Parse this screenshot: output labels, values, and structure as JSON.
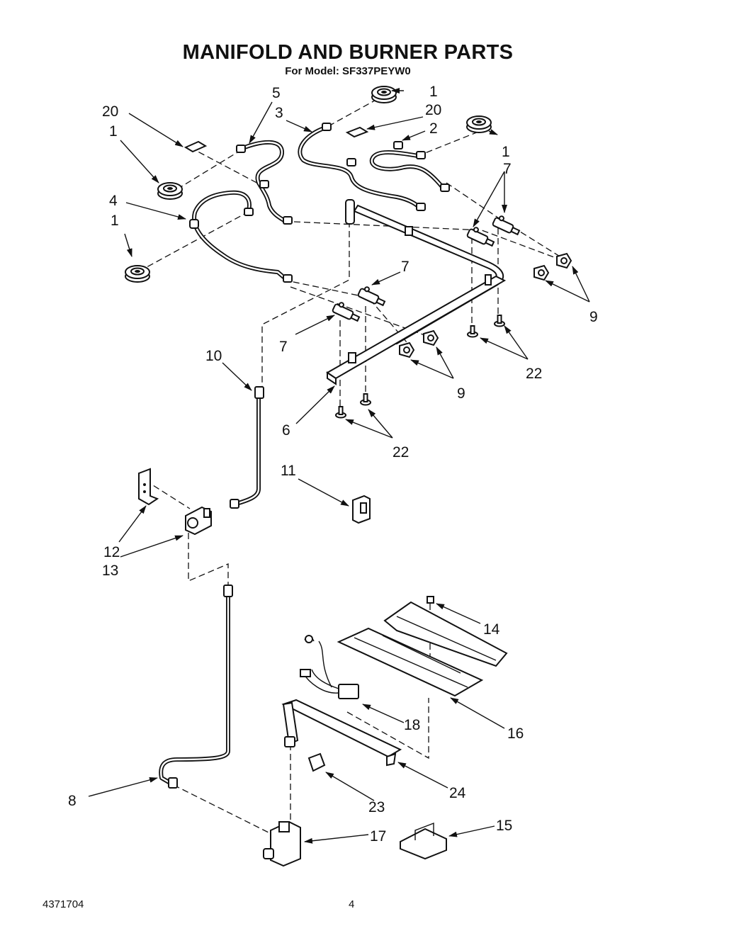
{
  "header": {
    "title": "MANIFOLD AND BURNER PARTS",
    "subtitle": "For Model: SF337PEYW0"
  },
  "footer": {
    "document_number": "4371704",
    "page_number": "4"
  },
  "callouts": [
    "1",
    "1",
    "1",
    "1",
    "2",
    "3",
    "4",
    "5",
    "6",
    "7",
    "7",
    "7",
    "8",
    "9",
    "9",
    "10",
    "11",
    "12",
    "13",
    "14",
    "15",
    "16",
    "17",
    "18",
    "20",
    "20",
    "22",
    "22",
    "23",
    "24"
  ]
}
